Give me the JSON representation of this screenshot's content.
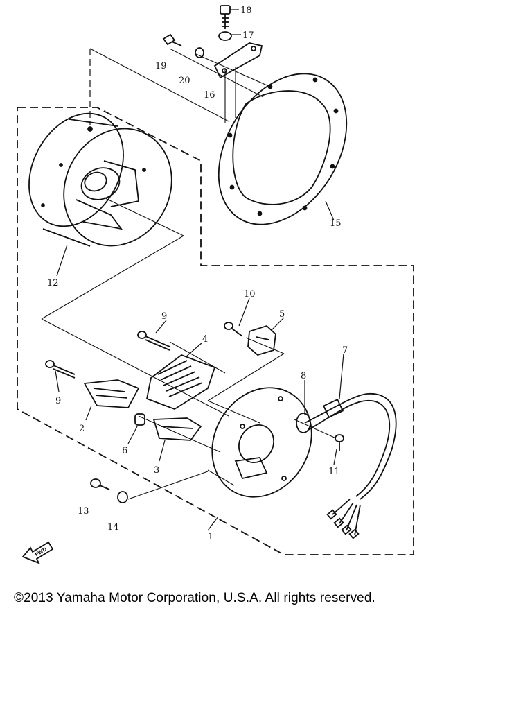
{
  "diagram": {
    "part_labels": {
      "p1": "1",
      "p2": "2",
      "p3": "3",
      "p4": "4",
      "p5": "5",
      "p6": "6",
      "p7": "7",
      "p8": "8",
      "p9a": "9",
      "p9b": "9",
      "p10": "10",
      "p11": "11",
      "p12": "12",
      "p13": "13",
      "p14": "14",
      "p15": "15",
      "p16": "16",
      "p17": "17",
      "p18": "18",
      "p19": "19",
      "p20": "20"
    },
    "fwd_label": "FWD"
  },
  "footer": {
    "copyright": "©2013 Yamaha Motor Corporation, U.S.A. All rights reserved."
  }
}
